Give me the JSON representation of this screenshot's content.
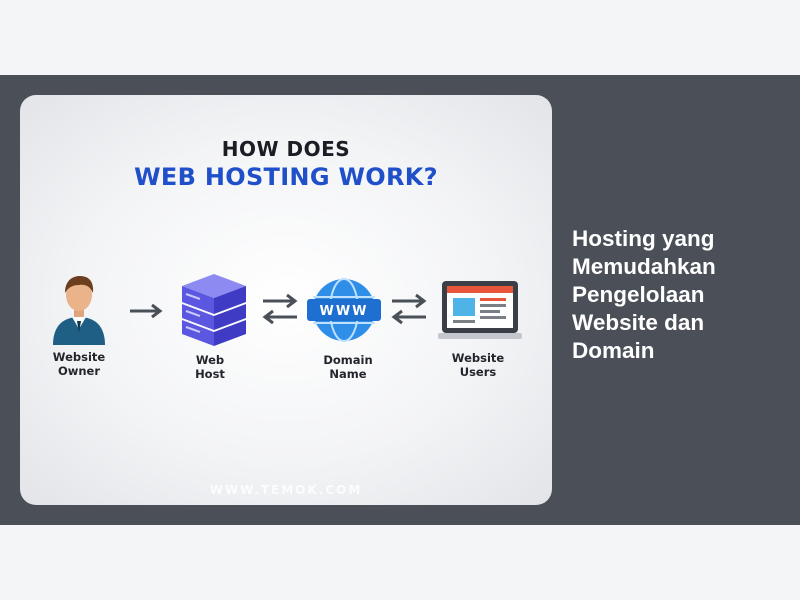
{
  "infographic": {
    "title_line1": "HOW DOES",
    "title_line2": "WEB HOSTING WORK?",
    "nodes": [
      {
        "label_line1": "Website",
        "label_line2": "Owner",
        "icon": "person-icon"
      },
      {
        "label_line1": "Web",
        "label_line2": "Host",
        "icon": "server-icon"
      },
      {
        "label_line1": "Domain",
        "label_line2": "Name",
        "icon": "globe-www-icon"
      },
      {
        "label_line1": "Website",
        "label_line2": "Users",
        "icon": "laptop-icon"
      }
    ],
    "globe_text": "WWW",
    "watermark": "WWW.TEMOK.COM",
    "colors": {
      "title_dark": "#1b1d24",
      "title_blue": "#1f4fc9",
      "server": "#5b57e0",
      "globe": "#2f8fe8"
    }
  },
  "headline": {
    "lines": [
      "Hosting yang",
      "Memudahkan",
      "Pengelolaan",
      "Website dan",
      "Domain"
    ]
  },
  "colors": {
    "band": "#4b5058",
    "page": "#f4f5f7"
  }
}
